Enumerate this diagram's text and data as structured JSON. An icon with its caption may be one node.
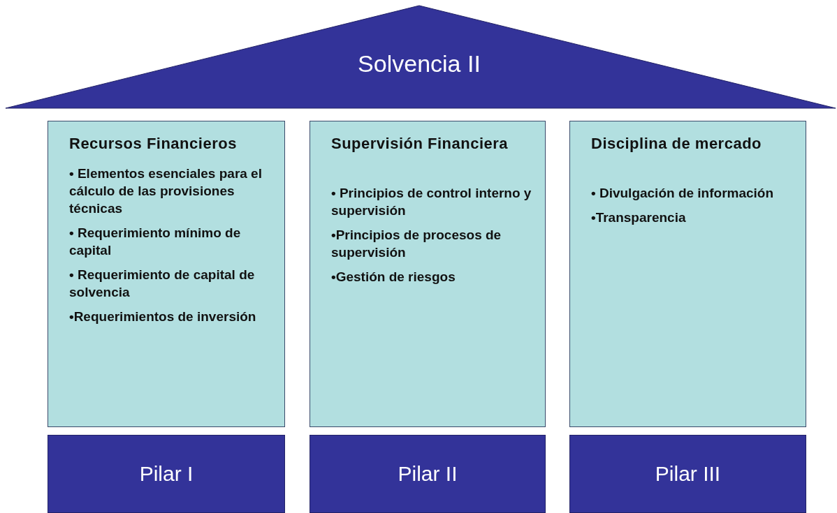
{
  "diagram": {
    "nodes": [
      {
        "text": [
          "Solvencia II"
        ]
      },
      {
        "text": [
          "Recursos Financieros",
          "• Elementos esenciales para el cálculo de las provisiones técnicas",
          "• Requerimiento mínimo de capital",
          "• Requerimiento de capital de solvencia",
          "•Requerimientos de inversión"
        ]
      },
      {
        "text": [
          "Supervisión Financiera",
          "• Principios de control interno y supervisión",
          "•Principios de procesos de supervisión",
          "•Gestión de riesgos"
        ]
      },
      {
        "text": [
          "Disciplina de mercado",
          "• Divulgación de información",
          "•Transparencia"
        ]
      },
      {
        "text": [
          "Pilar I"
        ]
      },
      {
        "text": [
          "Pilar II"
        ]
      },
      {
        "text": [
          "Pilar III"
        ]
      }
    ],
    "edges": []
  }
}
